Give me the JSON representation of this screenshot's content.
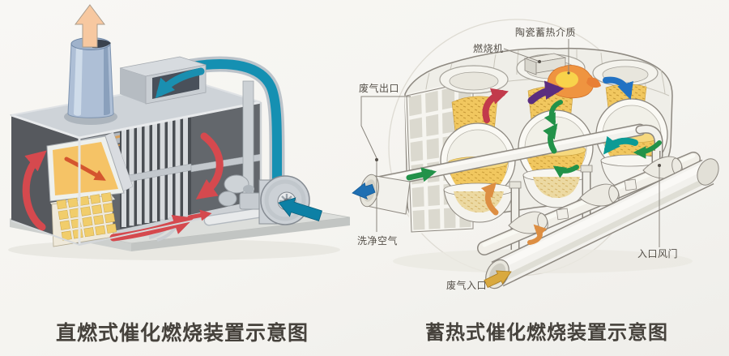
{
  "figures": {
    "left": {
      "caption": "直燃式催化燃烧装置示意图"
    },
    "right": {
      "caption": "蓄热式催化燃烧装置示意图",
      "labels": {
        "ceramic_media": "陶瓷蓄热介质",
        "burner": "燃烧机",
        "exhaust_outlet": "废气出口",
        "clean_air": "洗净空气",
        "exhaust_inlet": "废气入口",
        "inlet_damper": "入口风门"
      }
    }
  },
  "colors": {
    "background": "#f6f5f2",
    "caption_text": "#46423c",
    "label_text": "#544f48",
    "leader_line": "#8a857d",
    "machine_gray": "#ced3d8",
    "interior_dark": "#5d6166",
    "body_ivory": "#efeee8",
    "outline": "#8d8880",
    "yellow_catalyst": "#f2c965",
    "peach_arrow": "#f7c8a0",
    "teal_flow": "#1590b2",
    "deep_teal": "#0d80a5",
    "red_flow": "#d5494e",
    "purple_flow": "#5b2d7f",
    "green_flow": "#229249",
    "blue_flow": "#2272c3",
    "aqua_flow": "#0c9b95",
    "orange_flow": "#dd8e42",
    "gold_flow": "#d9a93f",
    "clean_air_blue": "#1f6fb2"
  }
}
